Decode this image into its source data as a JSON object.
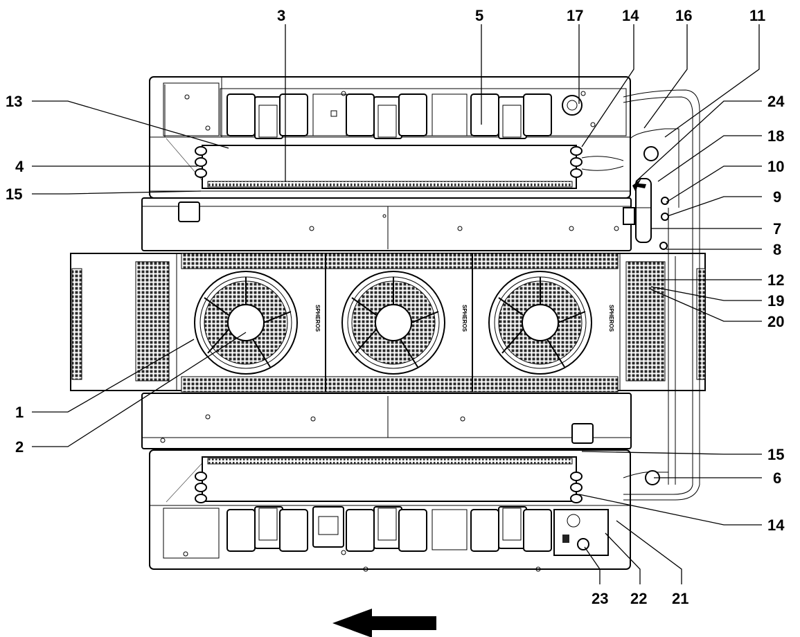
{
  "callouts": {
    "c1": "1",
    "c2": "2",
    "c3": "3",
    "c4": "4",
    "c5": "5",
    "c6": "6",
    "c7": "7",
    "c8": "8",
    "c9": "9",
    "c10": "10",
    "c11": "11",
    "c12": "12",
    "c13": "13",
    "c14a": "14",
    "c14b": "14",
    "c15a": "15",
    "c15b": "15",
    "c16": "16",
    "c17": "17",
    "c18": "18",
    "c19": "19",
    "c20": "20",
    "c21": "21",
    "c22": "22",
    "c23": "23",
    "c24": "24"
  },
  "fan_brand": "SPHEROS",
  "direction_indicator": "arrow-left-icon"
}
